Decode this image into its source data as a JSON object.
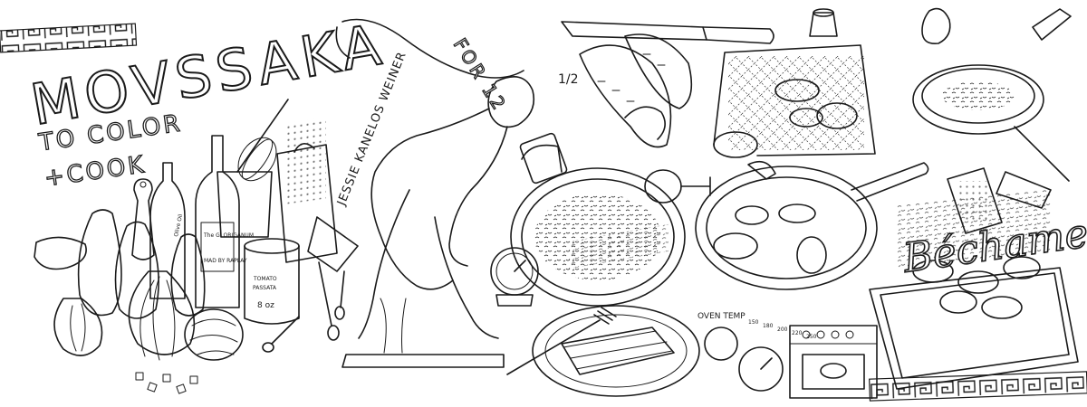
{
  "title": "MOVSSAKA",
  "subtitle_line1": "TO COLOR",
  "subtitle_line2": "+COOK",
  "servings": "FOR 12",
  "fraction": "1/2",
  "credit": "JESSIE KANELOS WEINER",
  "bechamel": "Béchamel",
  "labels": {
    "olive_oil": "Olive Oil",
    "wine_bottle_1": "The G. ORIGANUM",
    "wine_bottle_2": "MAD BY RAPLAY",
    "tomato_can_1": "TOMATO",
    "tomato_can_2": "PASSATA",
    "tomato_can_3": "8 oz",
    "oven_temp": "OVEN TEMP",
    "dial_marks": [
      "150",
      "180",
      "200",
      "220",
      "250"
    ]
  },
  "colors": {
    "ink": "#1a1a1a",
    "paper": "#ffffff"
  },
  "icons": [
    "greek-key-border",
    "whisk-icon",
    "grater-icon",
    "onion-icon",
    "eggplant-icon",
    "knife-icon",
    "salt-shaker-icon",
    "frying-pan-icon",
    "kitchen-timer-icon",
    "oven-icon",
    "baking-dish-icon",
    "wine-glass-icon",
    "fork-icon",
    "discobolus-statue"
  ]
}
